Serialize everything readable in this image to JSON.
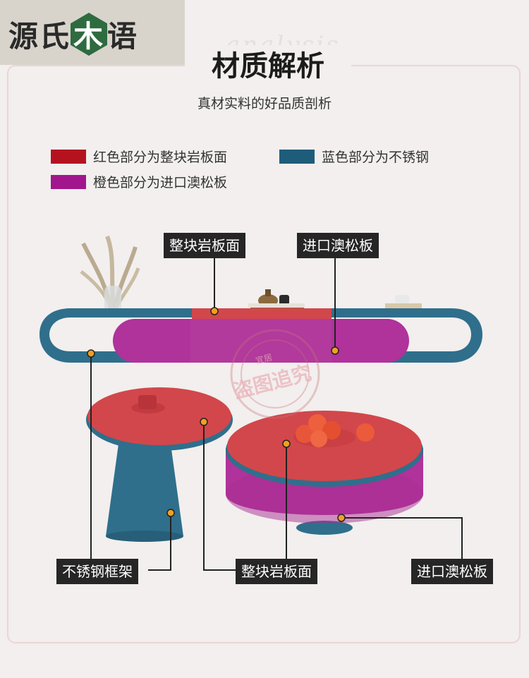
{
  "logo": {
    "text_before": "源氏",
    "text_mark": "木",
    "text_after": "语"
  },
  "background_word": "analysis",
  "title": "材质解析",
  "subtitle": "真材实料的好品质剖析",
  "legend": [
    {
      "label": "红色部分为整块岩板面",
      "color": "#b5121f"
    },
    {
      "label": "蓝色部分为不锈钢",
      "color": "#1e5d7a"
    },
    {
      "label": "橙色部分为进口澳松板",
      "color": "#a1168c"
    }
  ],
  "callouts": {
    "top_left": "整块岩板面",
    "top_right": "进口澳松板",
    "bottom_left": "不锈钢框架",
    "bottom_center": "整块岩板面",
    "bottom_right": "进口澳松板"
  },
  "watermark": {
    "main": "盗图追究",
    "small": "宜居"
  },
  "colors": {
    "stone_red": "#d2474b",
    "steel_blue": "#2f6f8c",
    "board_magenta": "#b0329b",
    "marker_orange": "#f0a020"
  }
}
